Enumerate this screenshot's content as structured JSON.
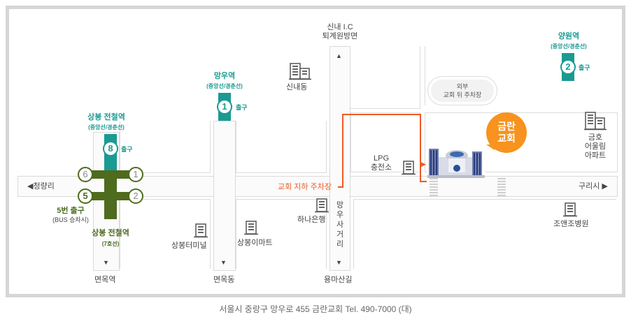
{
  "map": {
    "directions": {
      "west": "◀청량리",
      "east": "구리시 ▶",
      "north_line1": "신내 I.C",
      "north_line2": "퇴계원방면",
      "south1": "면목역",
      "south2": "면목동",
      "south3": "용마산길"
    },
    "stations": {
      "sangbong_jungang": {
        "name": "상봉 전철역",
        "line": "(중앙선/경춘선)",
        "exit_number": "8",
        "exit_label": "출구"
      },
      "sangbong_line7": {
        "name": "상봉 전철역",
        "line": "(7호선)",
        "exits": [
          "6",
          "1",
          "5",
          "2"
        ]
      },
      "exit5_note": {
        "title": "5번 출구",
        "sub": "(BUS 승차시)"
      },
      "mangu": {
        "name": "망우역",
        "line": "(중앙선/경춘선)",
        "exit_number": "1",
        "exit_label": "출구"
      },
      "yangwon": {
        "name": "양원역",
        "line": "(중앙선/경춘선)",
        "exit_number": "2",
        "exit_label": "출구"
      }
    },
    "landmarks": {
      "sinnae": "신내동",
      "lpg_line1": "LPG",
      "lpg_line2": "충전소",
      "hana_bank": "하나은행",
      "mangu_intersection": [
        "망",
        "우",
        "사",
        "거",
        "리"
      ],
      "sangbong_terminal": "상봉터미널",
      "sangbong_emart": "상봉이마트",
      "geumho_line1": "금호",
      "geumho_line2": "어울림",
      "geumho_line3": "아파트",
      "joanjo_hospital": "조앤조병원"
    },
    "parking": {
      "outer_line1": "외부",
      "outer_line2": "교회 뒤 주차장",
      "underground": "교회 지하 주차장"
    },
    "church": {
      "line1": "금란",
      "line2": "교회"
    },
    "colors": {
      "jungang_line": "#1a9a92",
      "line7": "#4e6b1e",
      "parking_route": "#f05a23",
      "church_callout": "#f7931e"
    }
  },
  "caption": "서울시 중랑구 망우로 455 금란교회 Tel. 490-7000 (대)"
}
